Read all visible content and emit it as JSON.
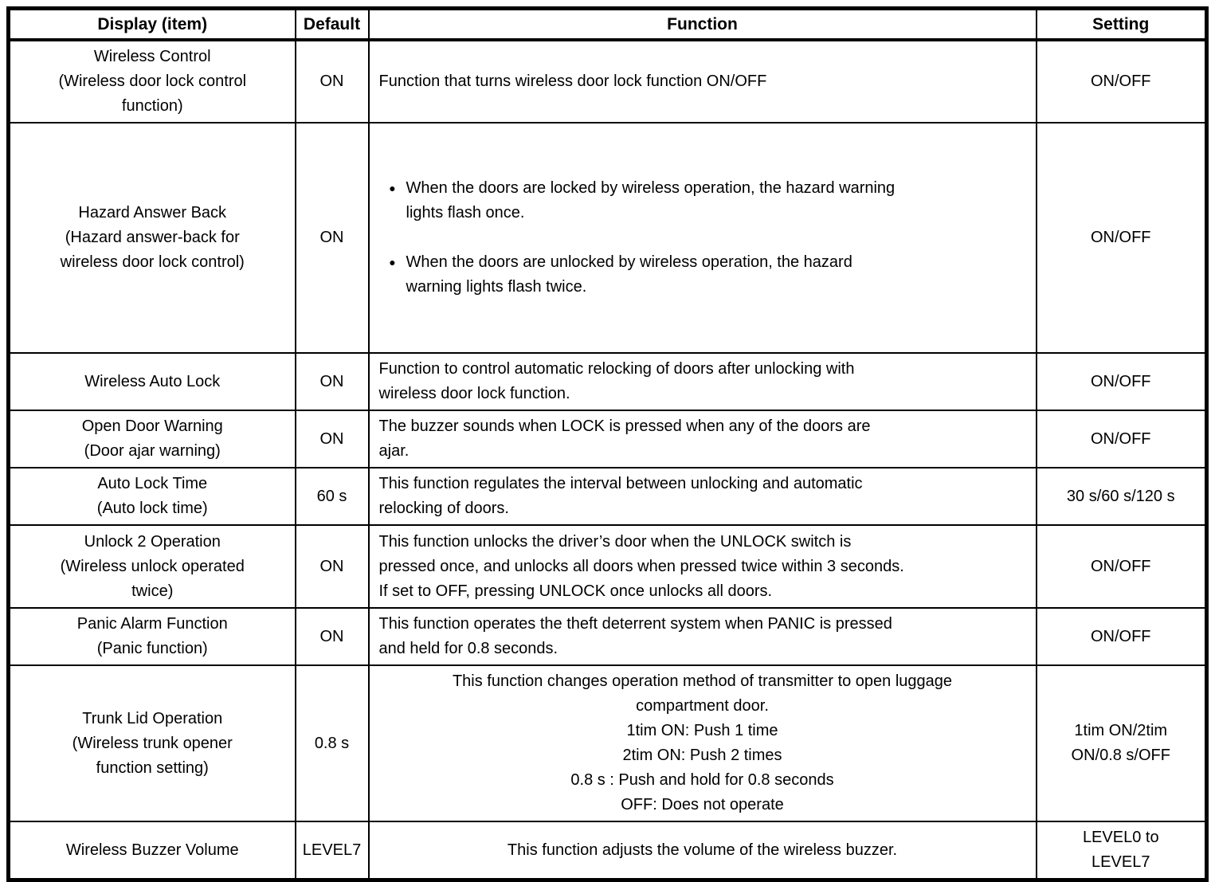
{
  "table": {
    "headers": {
      "display": "Display (item)",
      "default": "Default",
      "function": "Function",
      "setting": "Setting"
    },
    "rows": [
      {
        "display": [
          "Wireless Control",
          "(Wireless door lock control",
          "function)"
        ],
        "default": "ON",
        "function": [
          "Function that turns wireless door lock function ON/OFF"
        ],
        "setting": "ON/OFF"
      },
      {
        "display": [
          "Hazard Answer Back",
          "(Hazard answer-back for",
          "wireless door lock control)"
        ],
        "default": "ON",
        "bullet_marker": "●",
        "bullets": [
          [
            "When the doors are locked by wireless operation, the hazard warning",
            "lights flash once."
          ],
          [
            "When the doors are unlocked by wireless operation, the hazard",
            "warning lights flash twice."
          ]
        ],
        "setting": "ON/OFF"
      },
      {
        "display": [
          "Wireless Auto Lock"
        ],
        "default": "ON",
        "function": [
          "Function to control automatic relocking of doors after unlocking with",
          "wireless door lock function."
        ],
        "setting": "ON/OFF"
      },
      {
        "display": [
          "Open Door Warning",
          "(Door ajar warning)"
        ],
        "default": "ON",
        "function": [
          "The buzzer sounds when LOCK is pressed when any of the doors are",
          "ajar."
        ],
        "setting": "ON/OFF"
      },
      {
        "display": [
          "Auto Lock Time",
          "(Auto lock time)"
        ],
        "default": "60 s",
        "function": [
          "This function regulates the interval between unlocking and automatic",
          "relocking of doors."
        ],
        "setting": "30 s/60 s/120 s"
      },
      {
        "display": [
          "Unlock 2 Operation",
          "(Wireless unlock operated",
          "twice)"
        ],
        "default": "ON",
        "function": [
          "This function unlocks the driver’s door when the UNLOCK switch is",
          "pressed once, and unlocks all doors when pressed twice within 3 seconds.",
          "If set to OFF, pressing UNLOCK once unlocks all doors."
        ],
        "setting": "ON/OFF"
      },
      {
        "display": [
          "Panic Alarm Function",
          "(Panic function)"
        ],
        "default": "ON",
        "function": [
          "This function operates the theft deterrent system when PANIC is pressed",
          "and held for 0.8 seconds."
        ],
        "setting": "ON/OFF"
      },
      {
        "display": [
          "Trunk Lid Operation",
          "(Wireless trunk opener",
          "function setting)"
        ],
        "default": "0.8 s",
        "function": [
          "This function changes operation method of transmitter to open luggage",
          "compartment door.",
          "1tim ON: Push 1 time",
          "2tim ON: Push 2 times",
          "0.8 s : Push and hold for 0.8 seconds",
          "OFF: Does not operate"
        ],
        "setting": [
          "1tim ON/2tim",
          "ON/0.8 s/OFF"
        ]
      },
      {
        "display": [
          "Wireless Buzzer Volume"
        ],
        "default": "LEVEL7",
        "function": [
          "This function adjusts the volume of the wireless buzzer."
        ],
        "setting": [
          "LEVEL0 to",
          "LEVEL7"
        ]
      }
    ]
  }
}
